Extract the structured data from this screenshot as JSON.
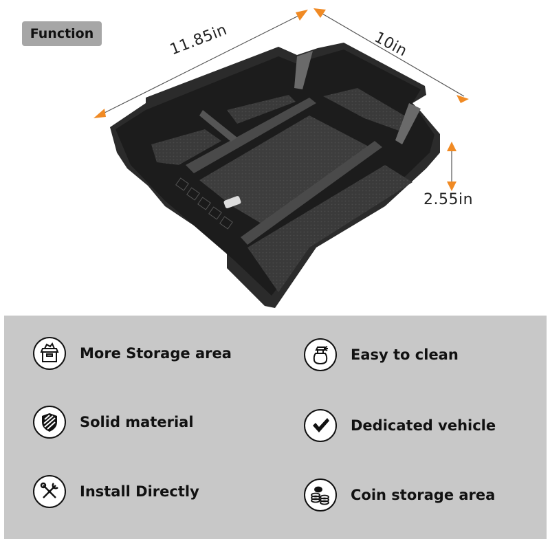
{
  "badge": "Function",
  "dimensions": {
    "length": "11.85in",
    "width": "10in",
    "height": "2.55in"
  },
  "accent_color": "#f08a24",
  "features": [
    {
      "label": "More Storage area",
      "icon": "storage-box-icon"
    },
    {
      "label": "Easy to clean",
      "icon": "spray-bottle-icon"
    },
    {
      "label": "Solid material",
      "icon": "shield-icon"
    },
    {
      "label": "Dedicated vehicle",
      "icon": "checkmark-icon"
    },
    {
      "label": "Install Directly",
      "icon": "tools-icon"
    },
    {
      "label": "Coin storage area",
      "icon": "coin-stack-icon"
    }
  ]
}
